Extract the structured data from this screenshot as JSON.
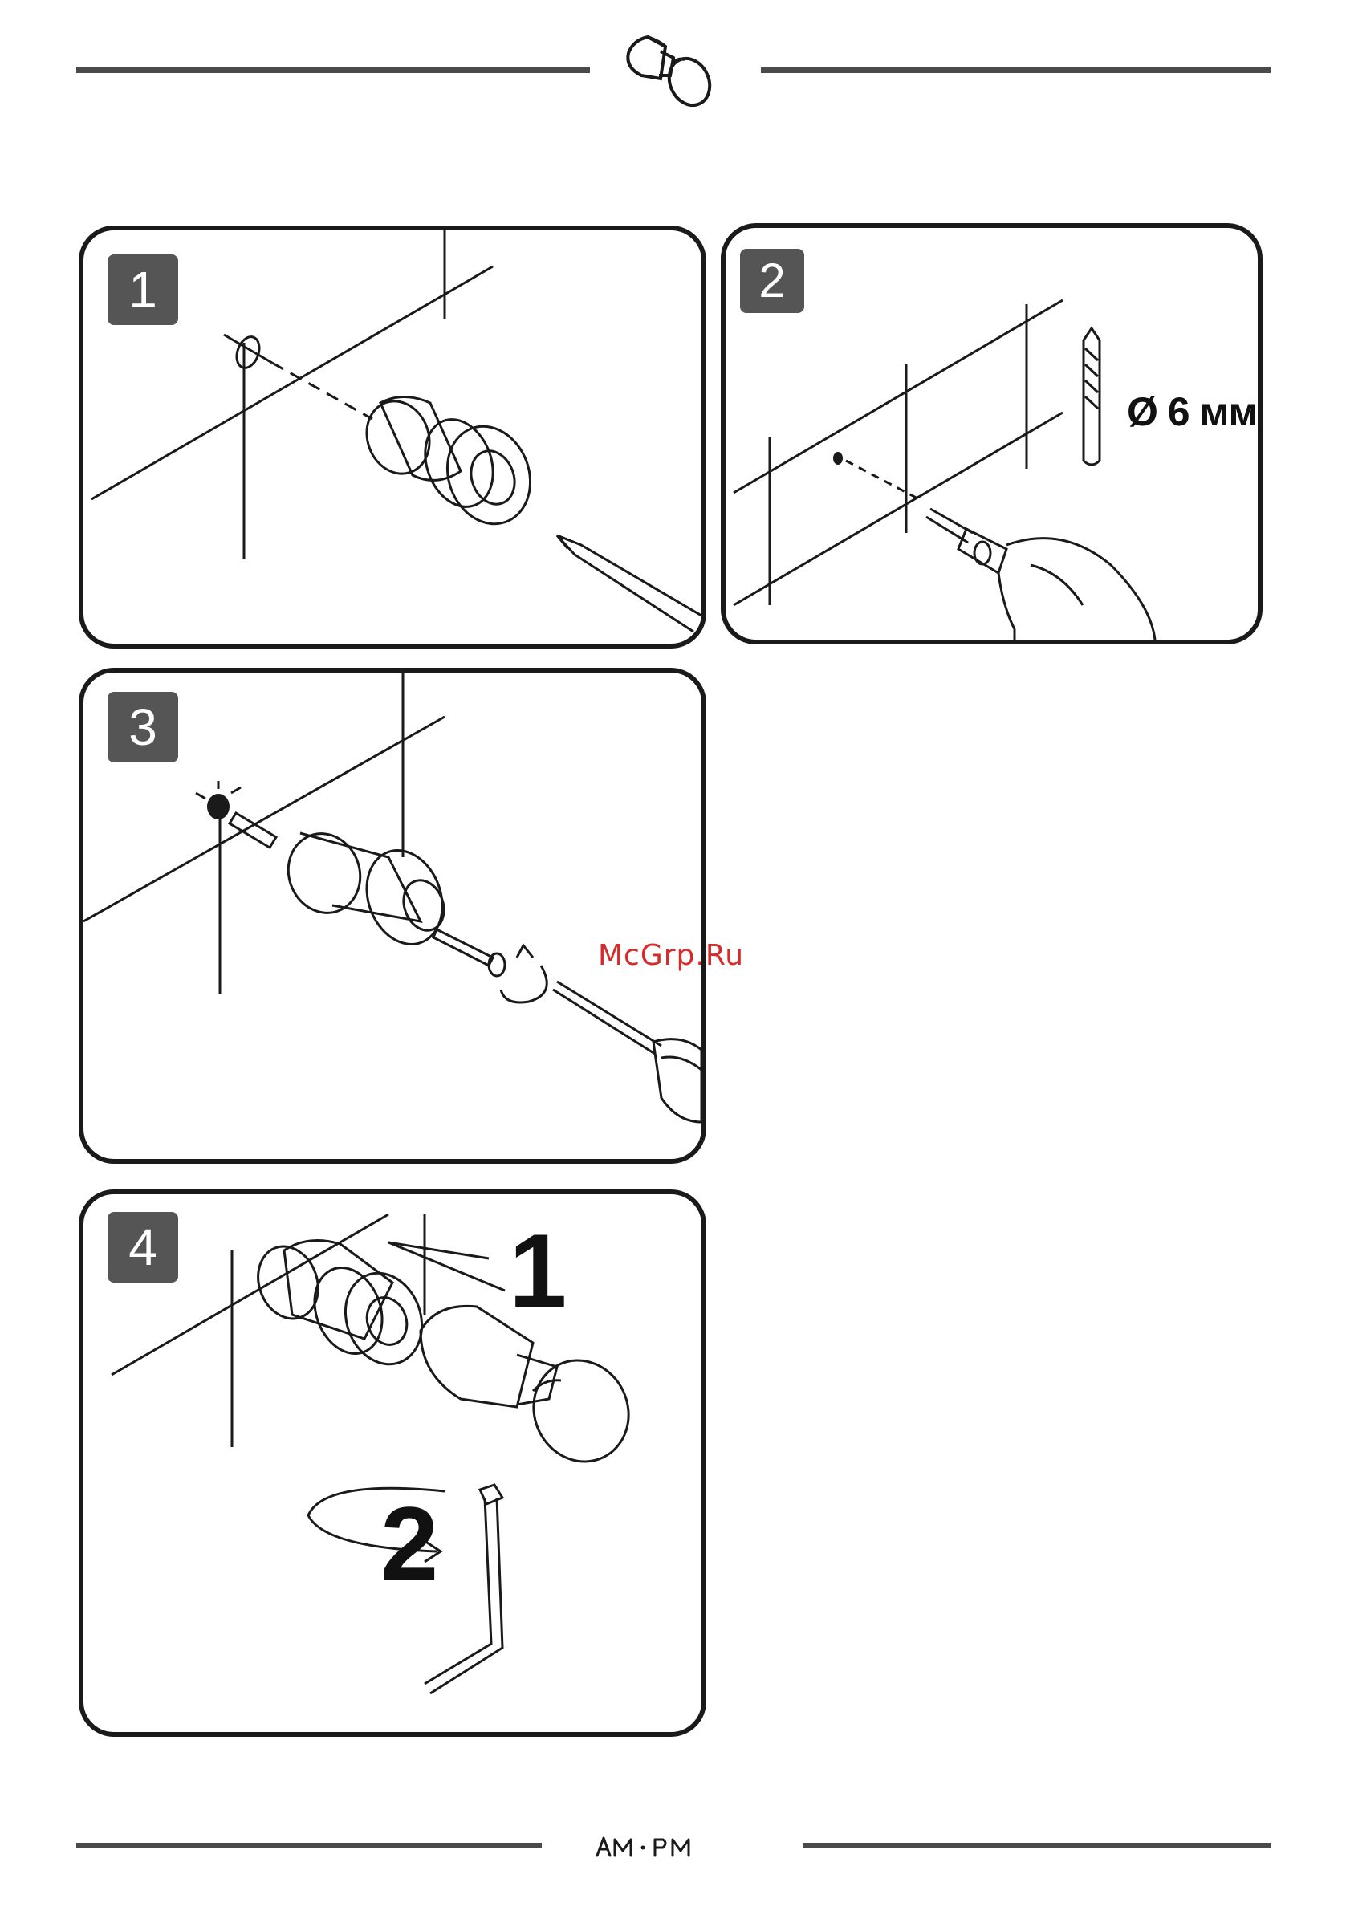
{
  "header": {
    "icon": "hook-knob-icon"
  },
  "steps": [
    {
      "number": "1"
    },
    {
      "number": "2",
      "drill_label": "Ø 6 мм"
    },
    {
      "number": "3"
    },
    {
      "number": "4",
      "substep_a": "1",
      "substep_b": "2"
    }
  ],
  "watermark": "McGrp.Ru",
  "footer": {
    "brand": "AM·PM"
  },
  "colors": {
    "rule": "#4a4a4a",
    "badge": "#555555",
    "watermark": "#d42b2b",
    "outline": "#1a1a1a"
  }
}
